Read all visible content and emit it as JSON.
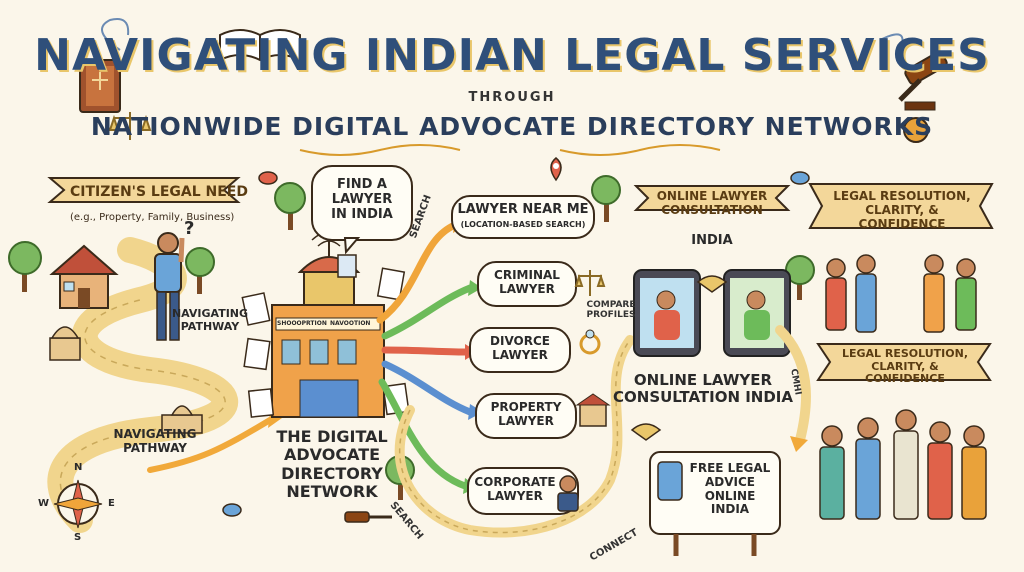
{
  "title": {
    "line1": "NAVIGATING INDIAN LEGAL SERVICES",
    "through": "THROUGH",
    "line2": "NATIONWIDE DIGITAL ADVOCATE DIRECTORY NETWORKS"
  },
  "citizen": {
    "ribbon": "CITIZEN'S LEGAL NEED",
    "examples": "(e.g., Property, Family, Business)",
    "question": "?"
  },
  "pathway_labels": [
    "NAVIGATING PATHWAY",
    "NAVIGATING PATHWAY"
  ],
  "search_bubble": "FIND A LAWYER IN INDIA",
  "network_label": "THE DIGITAL ADVOCATE DIRECTORY NETWORK",
  "storefront_signs": [
    "SHOOOPRTION",
    "NAVOOTION"
  ],
  "side_words": {
    "search_top": "SEARCH",
    "search_bottom": "SEARCH",
    "compare": "COMPARE PROFILES",
    "connect": "CONNECT",
    "vertical": "CMHI"
  },
  "lawyer_bubbles": [
    {
      "title": "LAWYER NEAR ME",
      "sub": "(LOCATION-BASED SEARCH)",
      "icon": "location-pin-icon"
    },
    {
      "title": "CRIMINAL LAWYER",
      "icon": "scales-icon"
    },
    {
      "title": "DIVORCE LAWYER",
      "icon": "ring-icon"
    },
    {
      "title": "PROPERTY LAWYER",
      "icon": "building-icon"
    },
    {
      "title": "CORPORATE LAWYER",
      "icon": "businessman-icon"
    }
  ],
  "consultation": {
    "ribbon": "ONLINE LAWYER CONSULTATION",
    "ribbon_sub": "INDIA",
    "caption": "ONLINE LAWYER CONSULTATION INDIA",
    "free_advice": "FREE LEGAL ADVICE ONLINE INDIA"
  },
  "resolution": {
    "ribbon_top": "LEGAL RESOLUTION, CLARITY, & CONFIDENCE",
    "ribbon_mid": "LEGAL RESOLUTION, CLARITY, & CONFIDENCE"
  },
  "compass": {
    "n": "N",
    "s": "S",
    "e": "E",
    "w": "W"
  },
  "colors": {
    "background": "#fbf6ea",
    "title_blue": "#2f4f7a",
    "title_gold": "#d89a2b",
    "ribbon": "#f3d79a",
    "path": "#f1d58d",
    "arrow_green": "#6dbb5a",
    "arrow_red": "#e0624a",
    "arrow_blue": "#5b8fd0",
    "arrow_orange": "#f0a53a"
  }
}
